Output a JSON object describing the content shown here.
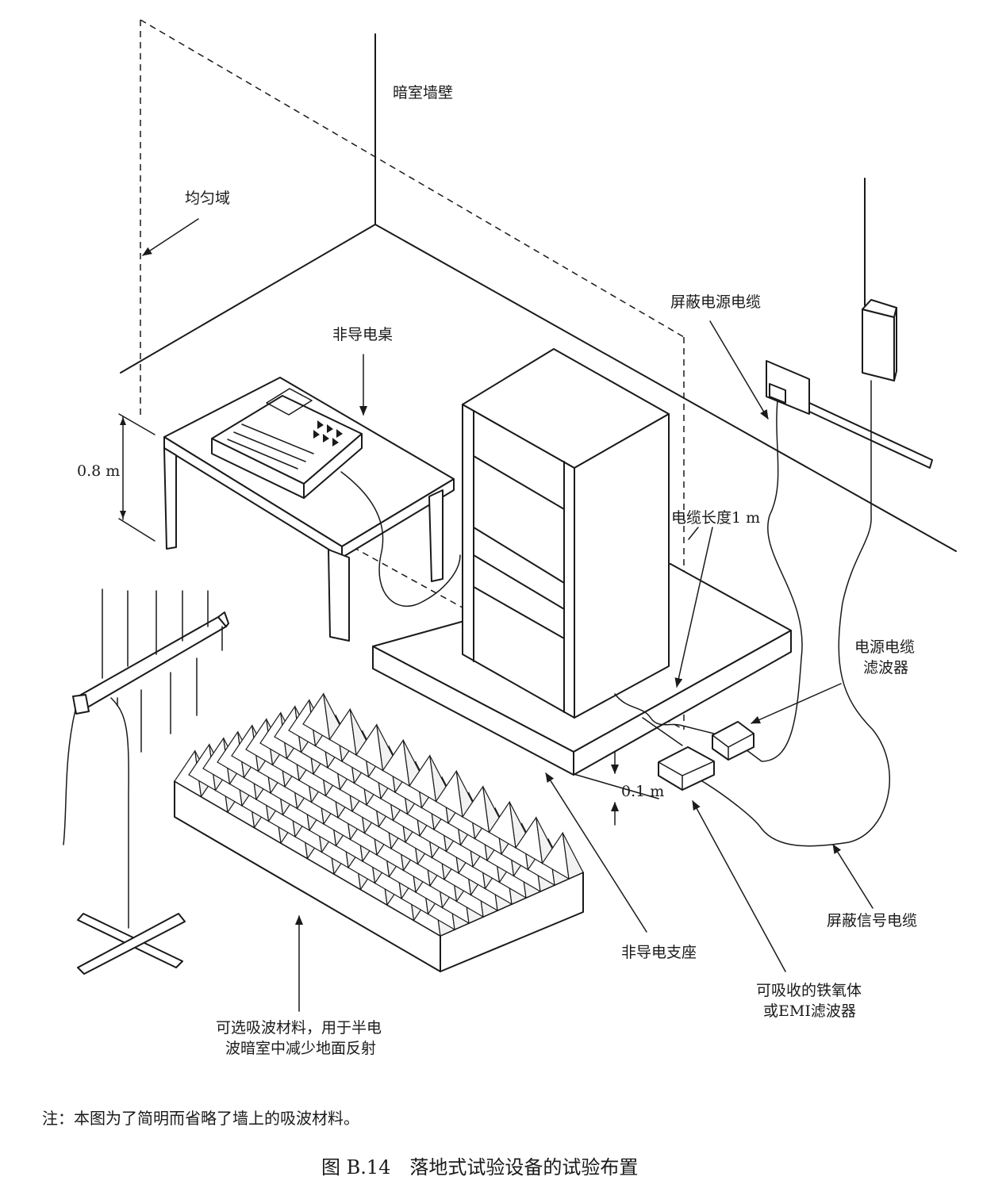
{
  "labels": {
    "chamber_wall": "暗室墙壁",
    "uniform_field": "均匀域",
    "shielded_power_cable": "屏蔽电源电缆",
    "nonconductive_table": "非导电桌",
    "height_08": "0.8 m",
    "cable_length": "电缆长度1 m",
    "power_filter_line1": "电源电缆",
    "power_filter_line2": "滤波器",
    "height_01": "0.1 m",
    "shielded_signal_cable": "屏蔽信号电缆",
    "nonconductive_support": "非导电支座",
    "ferrite_line1": "可吸收的铁氧体",
    "ferrite_line2": "或EMI滤波器",
    "absorber_line1": "可选吸波材料，用于半电",
    "absorber_line2": "波暗室中减少地面反射"
  },
  "note": "注：本图为了简明而省略了墙上的吸波材料。",
  "caption": "图 B.14　落地式试验设备的试验布置",
  "icons": [
    "antenna-icon",
    "cabinet-icon",
    "absorber-icon",
    "filter-box-icon",
    "ferrite-box-icon",
    "socket-icon"
  ]
}
